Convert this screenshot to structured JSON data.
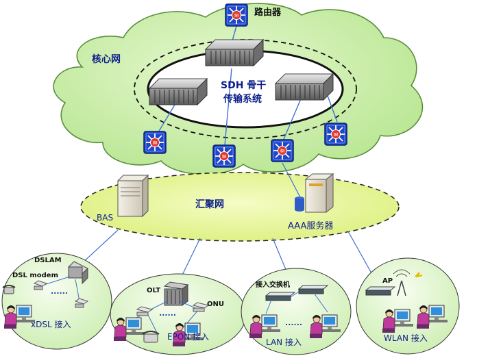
{
  "labels": {
    "router": "路由器",
    "core_network": "核心网",
    "sdh_line1": "SDH 骨干",
    "sdh_line2": "传输系统",
    "aggregation_network": "汇聚网",
    "bas": "BAS",
    "aaa_server": "AAA服务器",
    "dslam": "DSLAM",
    "dsl_modem": "DSL modem",
    "xdsl_access": "xDSL 接入",
    "olt": "OLT",
    "onu": "ONU",
    "epon_access": "EPON 接入",
    "access_switch": "接入交换机",
    "lan_access": "LAN 接入",
    "ap": "AP",
    "wlan_access": "WLAN 接入",
    "dots_xdsl": "......",
    "dots_epon": "......",
    "dots_lan": "......"
  },
  "icons": {
    "layer3_switch": "si-switch-icon",
    "sdh_mux": "sdh-multiplexer-icon",
    "server": "server-icon",
    "workstation": "user-workstation-icon"
  },
  "colors": {
    "core_cloud_fill": "#cdf0a9",
    "aggregation_fill": "#eaf79a",
    "access_bubble_fill": "#e3f6d0",
    "switch_blue": "#1f47c8",
    "link_blue": "#3d6fd2",
    "label_blue": "#0d1f8a"
  }
}
